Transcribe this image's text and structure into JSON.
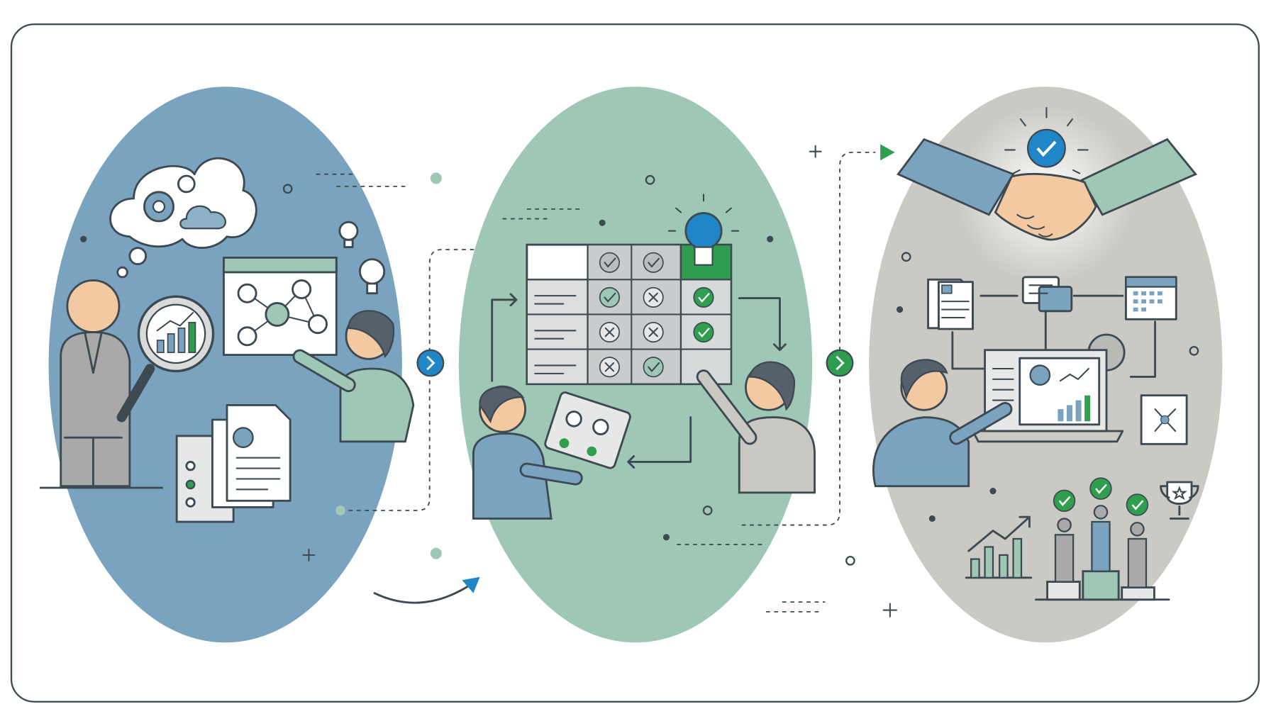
{
  "colors": {
    "panel_1": "#7aa3bf",
    "panel_2": "#9fc7b5",
    "panel_3": "#cac9c3",
    "accent_blue": "#1f86c8",
    "accent_green": "#2f9e4e",
    "outline": "#3d4a52"
  },
  "steps": [
    {
      "name": "research-analysis",
      "icons": [
        "thought-cloud-gear-icon",
        "magnifier-chart-icon",
        "network-board-icon",
        "lightbulb-icon",
        "documents-icon"
      ]
    },
    {
      "name": "evaluation-comparison",
      "icons": [
        "comparison-table-icon",
        "check-icon",
        "cross-icon",
        "lightbulb-icon",
        "tablet-icon"
      ]
    },
    {
      "name": "agreement-success",
      "icons": [
        "handshake-icon",
        "check-badge-icon",
        "document-icon",
        "chat-icon",
        "calendar-icon",
        "laptop-dashboard-icon",
        "trophy-icon",
        "podium-icon"
      ]
    }
  ],
  "connectors": [
    {
      "icon": "chevron-right-icon",
      "color": "#1f86c8"
    },
    {
      "icon": "chevron-right-icon",
      "color": "#2f9e4e"
    }
  ]
}
